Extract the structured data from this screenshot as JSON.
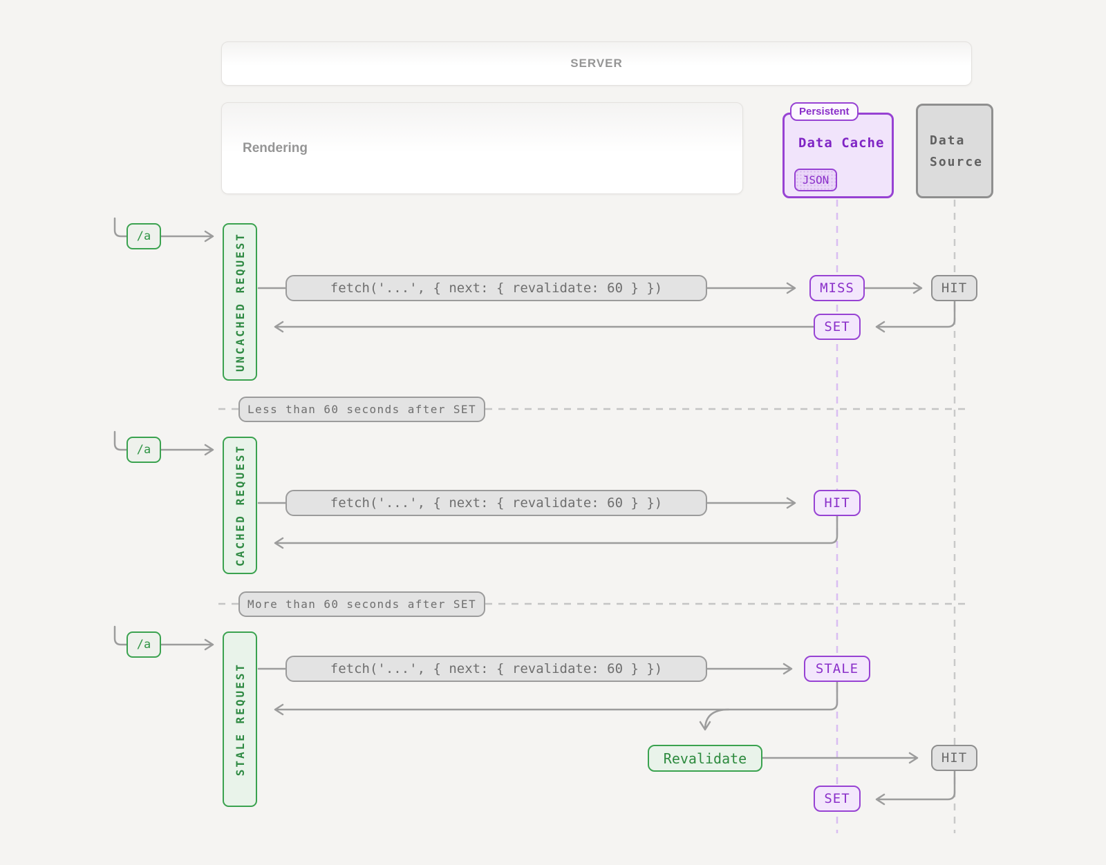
{
  "server": {
    "label": "SERVER"
  },
  "rendering": {
    "label": "Rendering"
  },
  "data_cache": {
    "tag": "Persistent",
    "title": "Data Cache",
    "format_badge": "JSON"
  },
  "data_source": {
    "label_line1": "Data",
    "label_line2": "Source"
  },
  "dividers": [
    {
      "label": "Less than 60 seconds after SET"
    },
    {
      "label": "More than 60 seconds after SET"
    }
  ],
  "rows": [
    {
      "route": "/a",
      "label": "UNCACHED REQUEST",
      "fetch_call": "fetch('...', { next: { revalidate: 60 } })",
      "cache_result": "MISS",
      "source_result": "HIT",
      "cache_write": "SET"
    },
    {
      "route": "/a",
      "label": "CACHED REQUEST",
      "fetch_call": "fetch('...', { next: { revalidate: 60 } })",
      "cache_result": "HIT"
    },
    {
      "route": "/a",
      "label": "STALE REQUEST",
      "fetch_call": "fetch('...', { next: { revalidate: 60 } })",
      "cache_result": "STALE",
      "revalidate_label": "Revalidate",
      "source_result": "HIT",
      "cache_write": "SET"
    }
  ],
  "colors": {
    "purple_border": "#9742d3",
    "purple_text": "#8a2fc9",
    "purple_fill": "#f3e7fc",
    "green_border": "#3aa24f",
    "green_text": "#2d8a3e",
    "green_fill": "#e9f3ea",
    "gray_line": "#9c9c9c",
    "purple_dash": "#d9bdf2",
    "gray_dash": "#c9c9c9",
    "background": "#f5f4f2"
  }
}
